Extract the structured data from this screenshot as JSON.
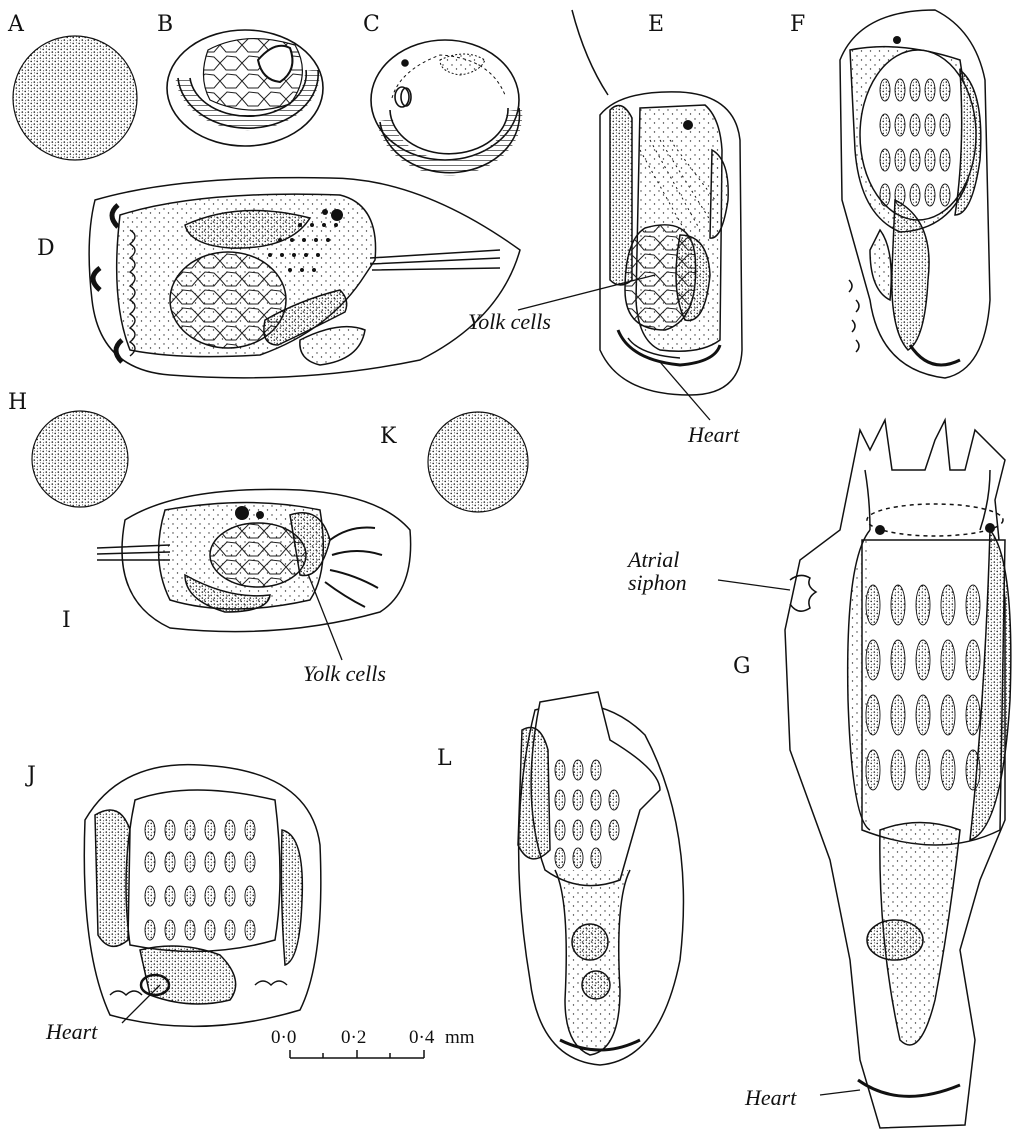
{
  "figure": {
    "panels": [
      "A",
      "B",
      "C",
      "D",
      "E",
      "F",
      "G",
      "H",
      "I",
      "J",
      "K",
      "L"
    ],
    "callouts": {
      "yolk_cells_e": "Yolk cells",
      "heart_e": "Heart",
      "yolk_cells_i": "Yolk cells",
      "atrial_siphon_line1": "Atrial",
      "atrial_siphon_line2": "siphon",
      "heart_j": "Heart",
      "heart_g": "Heart"
    },
    "scale_bar": {
      "ticks": [
        "0·0",
        "0·2",
        "0·4"
      ],
      "unit": "mm"
    }
  },
  "style": {
    "ink": "#111111",
    "paper": "#ffffff"
  }
}
